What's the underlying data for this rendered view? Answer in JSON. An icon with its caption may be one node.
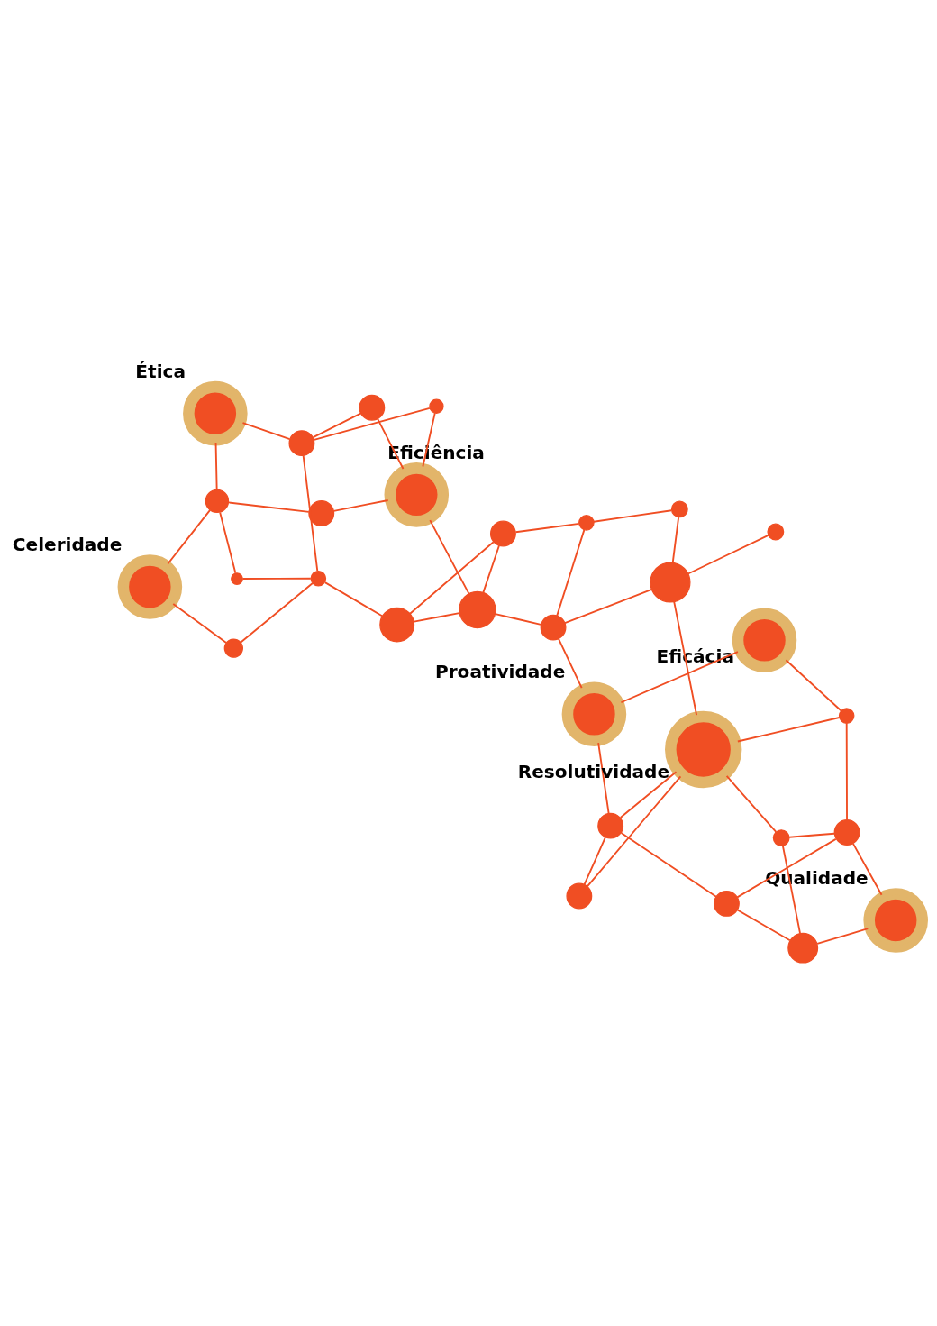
{
  "diagram": {
    "nodes": [
      {
        "text": [],
        "shape": "circle"
      },
      {
        "text": [],
        "shape": "circle"
      },
      {
        "text": [
          "Celeridade"
        ]
      },
      {
        "text": [],
        "shape": "circle"
      },
      {
        "text": [],
        "shape": "circle"
      },
      {
        "text": [],
        "shape": "circle"
      },
      {
        "text": [],
        "shape": "circle"
      },
      {
        "text": [],
        "shape": "circle"
      },
      {
        "text": [
          "Ética"
        ]
      },
      {
        "text": [],
        "shape": "circle"
      },
      {
        "text": [],
        "shape": "circle"
      },
      {
        "text": [
          "Eficiência"
        ]
      },
      {
        "text": [],
        "shape": "circle"
      },
      {
        "text": [],
        "shape": "circle"
      },
      {
        "text": [],
        "shape": "circle"
      },
      {
        "text": [],
        "shape": "circle"
      },
      {
        "text": [],
        "shape": "circle"
      },
      {
        "text": [
          "Eficácia"
        ]
      },
      {
        "text": [
          "Proatividade"
        ]
      },
      {
        "text": [],
        "shape": "circle"
      },
      {
        "text": [],
        "shape": "circle"
      },
      {
        "text": [],
        "shape": "circle"
      },
      {
        "text": [],
        "shape": "circle"
      },
      {
        "text": [],
        "shape": "circle"
      },
      {
        "text": [],
        "shape": "circle"
      },
      {
        "text": [
          "Resolutividade"
        ]
      },
      {
        "text": [
          "Qualidade"
        ]
      },
      {
        "text": [],
        "shape": "circle"
      },
      {
        "text": [],
        "shape": "circle"
      },
      {
        "text": [],
        "shape": "circle"
      }
    ],
    "edges": [
      {
        "from": 0,
        "to": 2,
        "arrow": "none"
      },
      {
        "from": 0,
        "to": 4,
        "arrow": "none"
      },
      {
        "from": 2,
        "to": 3,
        "arrow": "none"
      },
      {
        "from": 1,
        "to": 3,
        "arrow": "none"
      },
      {
        "from": 1,
        "to": 4,
        "arrow": "none"
      },
      {
        "from": 4,
        "to": 5,
        "arrow": "none"
      },
      {
        "from": 4,
        "to": 7,
        "arrow": "none"
      },
      {
        "from": 3,
        "to": 6,
        "arrow": "none"
      },
      {
        "from": 3,
        "to": 8,
        "arrow": "none"
      },
      {
        "from": 7,
        "to": 8,
        "arrow": "none"
      },
      {
        "from": 9,
        "to": 7,
        "arrow": "none"
      },
      {
        "from": 9,
        "to": 11,
        "arrow": "none"
      },
      {
        "from": 6,
        "to": 11,
        "arrow": "none"
      },
      {
        "from": 7,
        "to": 10,
        "arrow": "none"
      },
      {
        "from": 10,
        "to": 11,
        "arrow": "none"
      },
      {
        "from": 5,
        "to": 12,
        "arrow": "none"
      },
      {
        "from": 5,
        "to": 13,
        "arrow": "none"
      },
      {
        "from": 11,
        "to": 13,
        "arrow": "none"
      },
      {
        "from": 12,
        "to": 13,
        "arrow": "none"
      },
      {
        "from": 12,
        "to": 14,
        "arrow": "none"
      },
      {
        "from": 13,
        "to": 16,
        "arrow": "none"
      },
      {
        "from": 14,
        "to": 15,
        "arrow": "none"
      },
      {
        "from": 14,
        "to": 16,
        "arrow": "none"
      },
      {
        "from": 15,
        "to": 19,
        "arrow": "none"
      },
      {
        "from": 16,
        "to": 19,
        "arrow": "none"
      },
      {
        "from": 16,
        "to": 18,
        "arrow": "none"
      },
      {
        "from": 17,
        "to": 18,
        "arrow": "none"
      },
      {
        "from": 17,
        "to": 22,
        "arrow": "none"
      },
      {
        "from": 19,
        "to": 20,
        "arrow": "none"
      },
      {
        "from": 19,
        "to": 25,
        "arrow": "none"
      },
      {
        "from": 18,
        "to": 21,
        "arrow": "none"
      },
      {
        "from": 21,
        "to": 27,
        "arrow": "none"
      },
      {
        "from": 21,
        "to": 25,
        "arrow": "none"
      },
      {
        "from": 21,
        "to": 24,
        "arrow": "none"
      },
      {
        "from": 24,
        "to": 25,
        "arrow": "none"
      },
      {
        "from": 22,
        "to": 23,
        "arrow": "none"
      },
      {
        "from": 22,
        "to": 25,
        "arrow": "none"
      },
      {
        "from": 23,
        "to": 26,
        "arrow": "none"
      },
      {
        "from": 23,
        "to": 28,
        "arrow": "none"
      },
      {
        "from": 23,
        "to": 27,
        "arrow": "none"
      },
      {
        "from": 26,
        "to": 29,
        "arrow": "none"
      },
      {
        "from": 27,
        "to": 29,
        "arrow": "none"
      },
      {
        "from": 28,
        "to": 29,
        "arrow": "none"
      },
      {
        "from": 25,
        "to": 28,
        "arrow": "none"
      }
    ]
  }
}
